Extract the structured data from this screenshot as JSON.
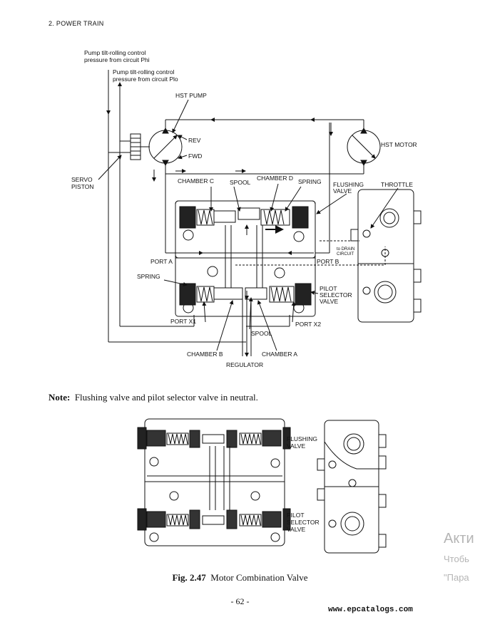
{
  "header": {
    "section": "2.  POWER TRAIN"
  },
  "diagram1": {
    "labels": {
      "phi": [
        "Pump tilt-rolling control",
        "pressure from circuit Phi"
      ],
      "plo": [
        "Pump tilt-rolling control",
        "pressure from circuit Plo"
      ],
      "hst_pump": "HST PUMP",
      "rev": "REV",
      "fwd": "FWD",
      "hst_motor": "HST MOTOR",
      "servo_piston": [
        "SERVO",
        "PISTON"
      ],
      "chamber_c": "CHAMBER C",
      "spool_top": "SPOOL",
      "chamber_d": "CHAMBER D",
      "spring_top": "SPRING",
      "flushing_valve": [
        "FLUSHING",
        "VALVE"
      ],
      "throttle": "THROTTLE",
      "port_a": "PORT A",
      "port_b": "PORT B",
      "to_drain": [
        "to DRAIN",
        "CIRCUIT"
      ],
      "spring_left": "SPRING",
      "pilot_selector_valve": [
        "PILOT",
        "SELECTOR",
        "VALVE"
      ],
      "port_x1": "PORT X1",
      "port_x2": "PORT X2",
      "spool_bottom": "SPOOL",
      "chamber_b": "CHAMBER B",
      "chamber_a": "CHAMBER A",
      "regulator": "REGULATOR"
    }
  },
  "note": {
    "label": "Note:",
    "text": "Flushing valve and pilot selector valve in neutral."
  },
  "diagram2": {
    "labels": {
      "flushing_valve": [
        "FLUSHING",
        "VALVE"
      ],
      "pilot_selector_valve": [
        "PILOT",
        "SELECTOR",
        "VALVE"
      ]
    }
  },
  "caption": {
    "label": "Fig. 2.47",
    "text": "Motor Combination Valve"
  },
  "page_number": "- 62 -",
  "watermark": "www.epcatalogs.com",
  "activation": {
    "line1": "Акти",
    "line2": "Чтобь",
    "line3": "\"Пара"
  }
}
